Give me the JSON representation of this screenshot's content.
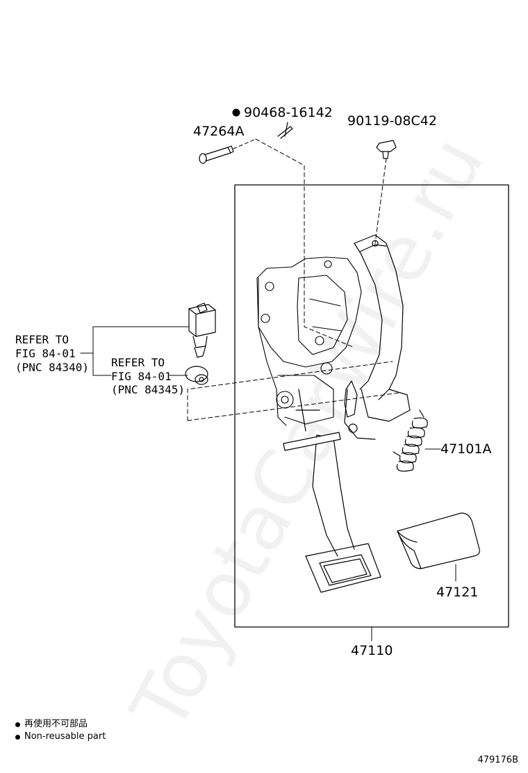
{
  "parts": {
    "pin": "47264A",
    "clip": "90468-16142",
    "bolt": "90119-08C42",
    "spring": "47101A",
    "pad": "47121",
    "assembly": "47110"
  },
  "references": {
    "ref1": [
      "REFER TO",
      "FIG 84-01",
      "(PNC 84340)"
    ],
    "ref2": [
      "REFER TO",
      "FIG 84-01",
      "(PNC 84345)"
    ]
  },
  "legend": {
    "line_cn": "再使用不可部品",
    "line_en": "Non-reusable part"
  },
  "diagram_id": "479176B",
  "watermark": "ToyotaCarWire.ru"
}
